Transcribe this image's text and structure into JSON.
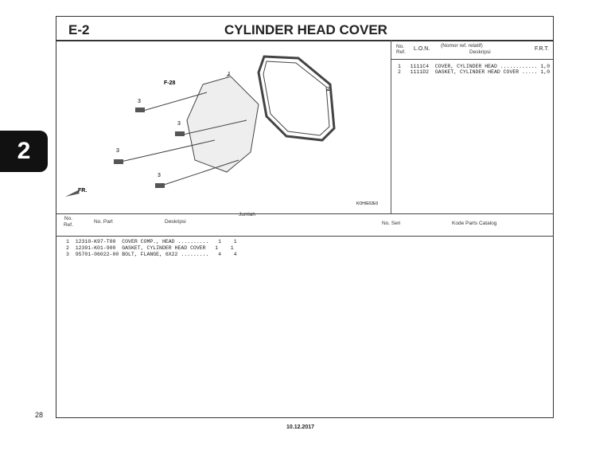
{
  "header": {
    "section": "E-2",
    "title": "CYLINDER HEAD COVER"
  },
  "chapter_tab": "2",
  "page_number": "28",
  "date": "10.12.2017",
  "diagram": {
    "labels": [
      "1",
      "2",
      "3",
      "3",
      "3",
      "3",
      "F-28"
    ],
    "code": "KOH/E02E0",
    "fr_label": "FR."
  },
  "ref_table": {
    "headers": {
      "no_ref": "No.\nRef.",
      "lon": "L.O.N.",
      "desc_top": "(Nomor ref. relatif)",
      "desc": "Deskripsi",
      "frt": "F.R.T."
    },
    "rows": [
      {
        "no": "1",
        "lon": "1111C4",
        "desc": "COVER, CYLINDER HEAD ............",
        "frt": "1,0"
      },
      {
        "no": "2",
        "lon": "1111D2",
        "desc": "GASKET, CYLINDER HEAD COVER .....",
        "frt": "1,0"
      }
    ]
  },
  "parts_table": {
    "headers": {
      "no_ref": "No.\nRef.",
      "no_part": "No. Part",
      "desc": "Deskripsi",
      "jumlah": "Jumlah",
      "no_seri": "No. Seri",
      "kode": "Kode Parts Catalog"
    },
    "rows": [
      {
        "no": "1",
        "part": "12310-K97-T00",
        "desc": "COVER COMP., HEAD ..........",
        "q1": "1",
        "q2": "1"
      },
      {
        "no": "2",
        "part": "12391-K01-900",
        "desc": "GASKET, CYLINDER HEAD COVER",
        "q1": "1",
        "q2": "1"
      },
      {
        "no": "3",
        "part": "95701-06022-00",
        "desc": "BOLT, FLANGE, 6X22 .........",
        "q1": "4",
        "q2": "4"
      }
    ]
  }
}
